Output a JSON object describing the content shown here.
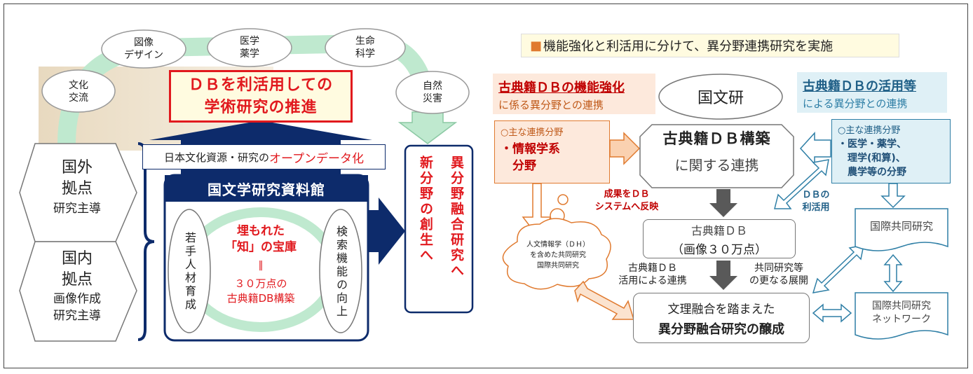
{
  "left": {
    "top_circles": {
      "culture": "文化\n交流",
      "design": "図像\nデザイン",
      "medicine": "医学\n薬学",
      "life": "生命\n科学",
      "disaster": "自然\n災害"
    },
    "headline": "ＤＢを利活用しての\n学術研究の推進",
    "open_data_prefix": "日本文化資源・研究の",
    "open_data_highlight": "オープンデータ化",
    "institute_title": "国文学研究資料館",
    "treasure_main": "埋もれた\n「知」の宝庫",
    "treasure_eq": "‖",
    "treasure_sub": "３０万点の\n古典籍DB構築",
    "left_oval": "若手人材育成",
    "right_oval": "検索機能の向上",
    "hex_overseas": {
      "line1": "国外",
      "line2": "拠点",
      "line3": "研究主導"
    },
    "hex_domestic": {
      "line1": "国内",
      "line2": "拠点",
      "line3": "画像作成\n研究主導"
    },
    "result_col1": "新分野の創生へ",
    "result_col2": "異分野融合研究へ"
  },
  "right": {
    "banner_mark": "■",
    "banner_text": "機能強化と利活用に分けて、異分野連携研究を実施",
    "strengthen_title": "古典籍ＤＢの機能強化",
    "strengthen_sub": "に係る異分野との連携",
    "utilize_title": "古典籍ＤＢの活用等",
    "utilize_sub": "による異分野との連携",
    "nijl": "国文研",
    "main_fields_label": "○主な連携分野",
    "info_field": "・情報学系\n　分野",
    "db_build_title": "古典籍ＤＢ構築",
    "db_build_sub": "に関する連携",
    "medicine_fields": "・医学・薬学、\n　理学(和算)、\n　農学等の分野",
    "reflect_label": "成果をＤＢ\nシステムへ反映",
    "db_use_label": "ＤＢの\n利活用",
    "db_box_line1": "古典籍ＤＢ",
    "db_box_line2": "（画像３０万点）",
    "dh_cloud": "人文情報学（ＤＨ）\nを含めた共同研究\n国際共同研究",
    "db_linked_label": "古典籍ＤＢ\n活用による連携",
    "joint_research_label": "共同研究等\nの更なる展開",
    "fusion_line1": "文理融合を踏まえた",
    "fusion_line2": "異分野融合研究の醸成",
    "intl_research": "国際共同研究",
    "intl_network": "国際共同研究\nネットワーク"
  }
}
